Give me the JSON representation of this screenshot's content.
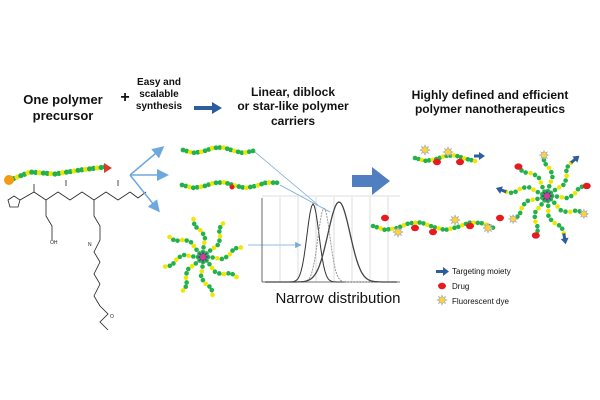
{
  "headings": {
    "precursor": "One polymer\nprecursor",
    "plus": "+",
    "synthesis": "Easy and\nscalable\nsynthesis",
    "carriers": "Linear, diblock\nor star-like polymer\ncarriers",
    "nanotherapeutics": "Highly defined and efficient\npolymer  nanotherapeutics"
  },
  "narrow_distribution": "Narrow distribution",
  "legend": {
    "targeting": "Targeting moiety",
    "drug": "Drug",
    "dye": "Fluorescent dye"
  },
  "colors": {
    "chain_green": "#22b14c",
    "chain_yellow": "#f2e600",
    "drug_red": "#e8191f",
    "targeting_blue": "#2e5d9f",
    "dye_yellow": "#ffd23c",
    "core_purple": "#5a3a8a",
    "light_arrow": "#6fa8dc",
    "end_orange": "#f39c12",
    "end_red_triangle": "#d93a2b"
  },
  "icons": {
    "process_arrow": "right-arrow-icon",
    "targeting": "right-arrow-icon",
    "drug": "red-dot-icon",
    "dye": "yellow-star-icon"
  }
}
